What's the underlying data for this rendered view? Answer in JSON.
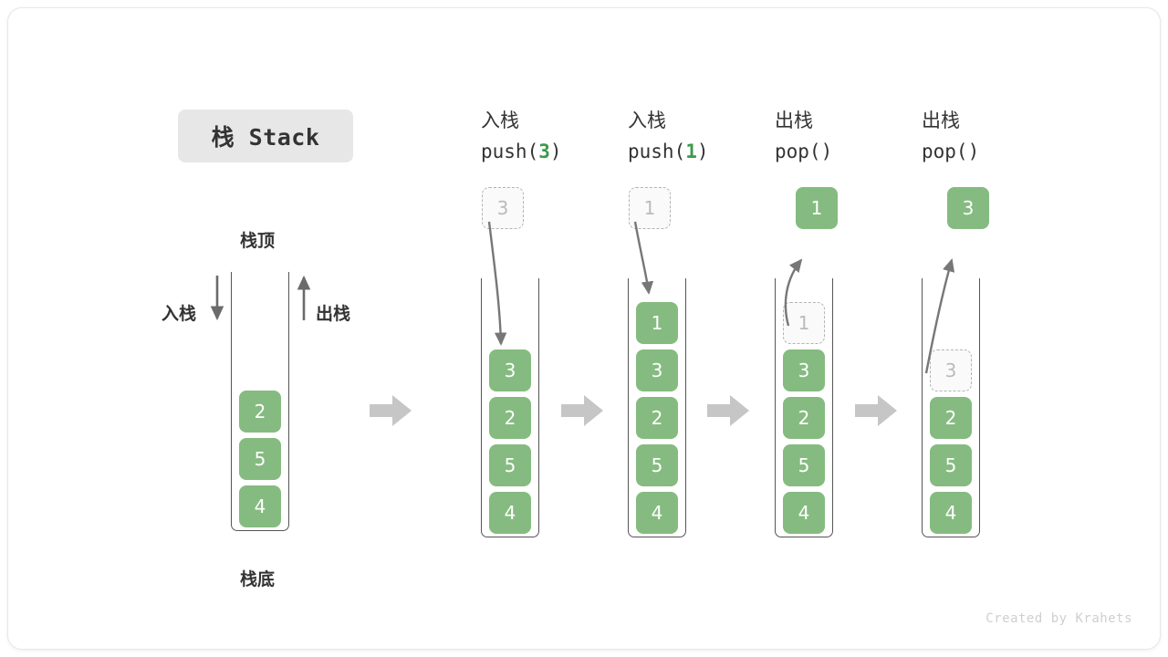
{
  "title_badge": {
    "text": "栈 Stack"
  },
  "left_stack": {
    "top_label": "栈顶",
    "bottom_label": "栈底",
    "push_label": "入栈",
    "pop_label": "出栈",
    "cells": [
      "4",
      "5",
      "2"
    ]
  },
  "steps": [
    {
      "id": "push-3",
      "cn": "入栈",
      "code_prefix": "push(",
      "code_arg": "3",
      "code_suffix": ")",
      "float_value": "3",
      "float_kind": "ghost",
      "arrow": "down",
      "cells": [
        {
          "value": "4",
          "kind": "solid"
        },
        {
          "value": "5",
          "kind": "solid"
        },
        {
          "value": "2",
          "kind": "solid"
        },
        {
          "value": "3",
          "kind": "solid"
        }
      ]
    },
    {
      "id": "push-1",
      "cn": "入栈",
      "code_prefix": "push(",
      "code_arg": "1",
      "code_suffix": ")",
      "float_value": "1",
      "float_kind": "ghost",
      "arrow": "down",
      "cells": [
        {
          "value": "4",
          "kind": "solid"
        },
        {
          "value": "5",
          "kind": "solid"
        },
        {
          "value": "2",
          "kind": "solid"
        },
        {
          "value": "3",
          "kind": "solid"
        },
        {
          "value": "1",
          "kind": "solid"
        }
      ]
    },
    {
      "id": "pop-1",
      "cn": "出栈",
      "code_prefix": "pop(",
      "code_arg": "",
      "code_suffix": ")",
      "float_value": "1",
      "float_kind": "solid",
      "arrow": "up",
      "cells": [
        {
          "value": "4",
          "kind": "solid"
        },
        {
          "value": "5",
          "kind": "solid"
        },
        {
          "value": "2",
          "kind": "solid"
        },
        {
          "value": "3",
          "kind": "solid"
        },
        {
          "value": "1",
          "kind": "ghost"
        }
      ]
    },
    {
      "id": "pop-2",
      "cn": "出栈",
      "code_prefix": "pop(",
      "code_arg": "",
      "code_suffix": ")",
      "float_value": "3",
      "float_kind": "solid",
      "arrow": "up",
      "cells": [
        {
          "value": "4",
          "kind": "solid"
        },
        {
          "value": "5",
          "kind": "solid"
        },
        {
          "value": "2",
          "kind": "solid"
        },
        {
          "value": "3",
          "kind": "ghost"
        }
      ]
    }
  ],
  "credit": "Created by Krahets",
  "colors": {
    "cell_green": "#85bb80",
    "arg_green": "#3c9a4a",
    "ghost_fill": "#fafafa",
    "ghost_border": "#b4b4b4",
    "container_line": "#555555",
    "step_arrow": "#c6c6c6",
    "badge_bg": "#e7e7e7",
    "text": "#333333"
  }
}
